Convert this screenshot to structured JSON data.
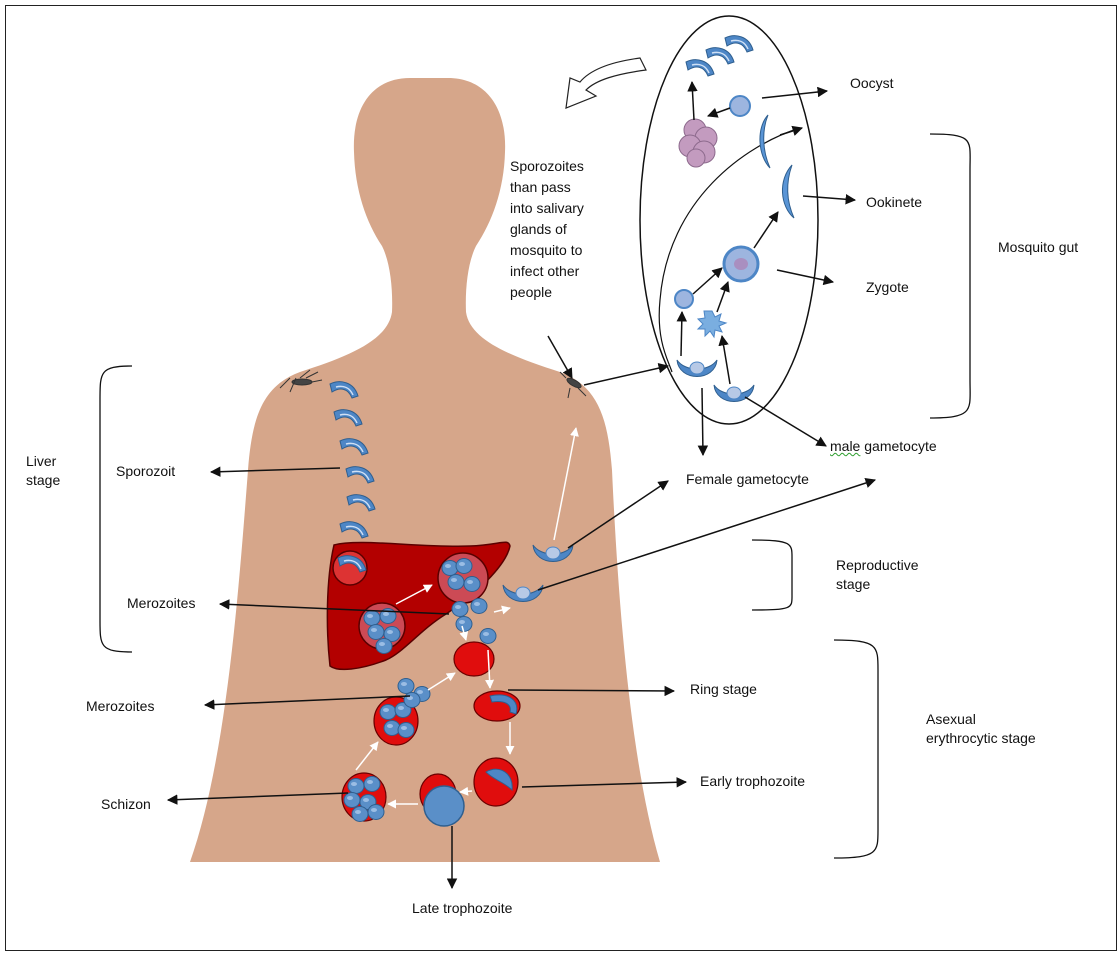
{
  "labels": {
    "oocyst": "Oocyst",
    "ookinete": "Ookinete",
    "zygote": "Zygote",
    "mosquito_gut": "Mosquito gut",
    "sporozoites_pass": "Sporozoites\nthan pass\ninto salivary\nglands of\nmosquito to\ninfect other\npeople",
    "male_prefix": "male",
    "male_suffix": " gametocyte",
    "female_gametocyte": "Female gametocyte",
    "liver_stage": "Liver\nstage",
    "sporozoit": "Sporozoit",
    "merozoites_liver": "Merozoites",
    "merozoites_blood": "Merozoites",
    "reproductive_stage": "Reproductive\nstage",
    "ring_stage": "Ring stage",
    "asexual_stage": "Asexual\nerythrocytic stage",
    "early_trophozoite": "Early trophozoite",
    "schizon": "Schizon",
    "late_trophozoite": "Late trophozoite"
  },
  "colors": {
    "skin": "#d6a68a",
    "parasite_blue": "#4d86c6",
    "parasite_dark": "#2f5f8f",
    "parasite_light": "#b7c9e6",
    "rbc_red": "#e00d0d",
    "liver_red": "#b30000",
    "oocyst_mauve": "#c39bbf"
  }
}
